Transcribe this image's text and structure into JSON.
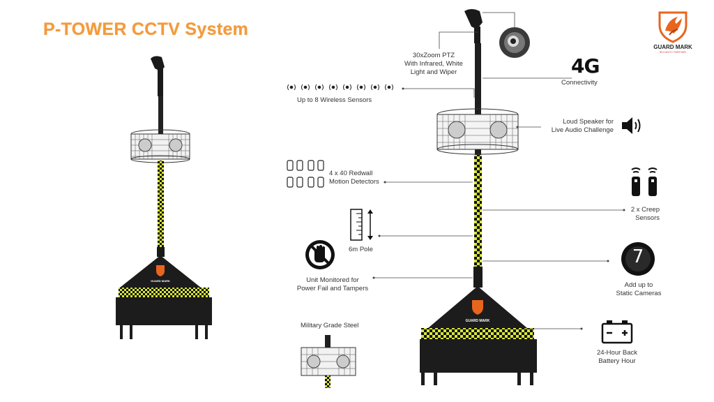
{
  "title": "P-TOWER CCTV System",
  "brand": {
    "name": "GUARD MARK",
    "tagline": "SECURITY PARTNER"
  },
  "colors": {
    "title_orange": "#f39a3c",
    "pole_yellow": "#d8e639",
    "dark": "#1c1c1c",
    "logo_orange": "#e8651e"
  },
  "features": {
    "ptz": "30xZoom PTZ\nWith Infrared, White\nLight and Wiper",
    "connectivity_badge": "4G",
    "connectivity": "Connectivity",
    "wireless": "Up to 8 Wireless Sensors",
    "speaker": "Loud Speaker for\nLive Audio Challenge",
    "motion": "4 x 40 Redwall\nMotion Detectors",
    "creep": "2 x Creep\nSensors",
    "pole": "6m Pole",
    "monitored": "Unit Monitored for\nPower Fail and Tampers",
    "cameras_badge": "7",
    "cameras": "Add up to\nStatic Cameras",
    "steel": "Military Grade Steel",
    "battery": "24-Hour Back\nBattery Hour"
  },
  "icons": [
    "camera-lens-icon",
    "4g-icon",
    "wireless-sensor-icon",
    "speaker-icon",
    "motion-detector-icon",
    "creep-sensor-icon",
    "ruler-icon",
    "no-touch-icon",
    "static-camera-icon",
    "battery-icon",
    "guard-mark-logo"
  ]
}
